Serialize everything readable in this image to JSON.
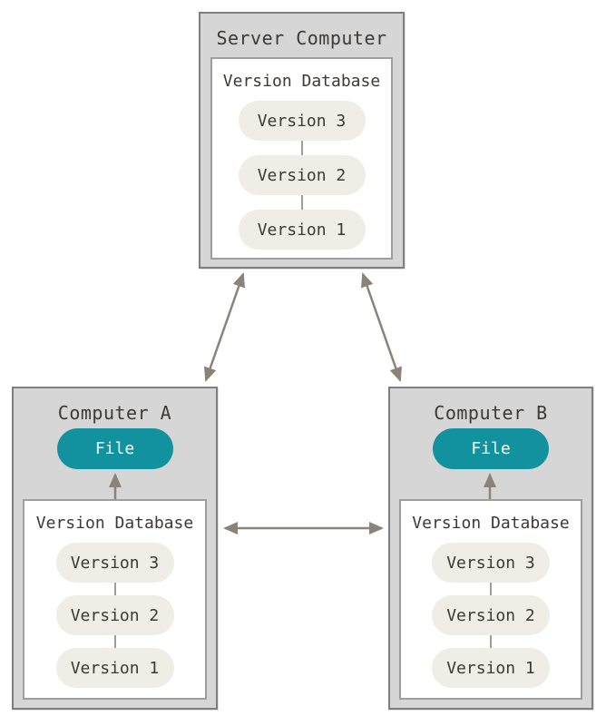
{
  "server": {
    "title": "Server Computer",
    "db_label": "Version Database",
    "versions": [
      "Version 3",
      "Version 2",
      "Version 1"
    ]
  },
  "computer_a": {
    "title": "Computer A",
    "file_label": "File",
    "db_label": "Version Database",
    "versions": [
      "Version 3",
      "Version 2",
      "Version 1"
    ]
  },
  "computer_b": {
    "title": "Computer B",
    "file_label": "File",
    "db_label": "Version Database",
    "versions": [
      "Version 3",
      "Version 2",
      "Version 1"
    ]
  },
  "colors": {
    "background": "#ffffff",
    "box_fill": "#d6d6d6",
    "box_border": "#7e7e7e",
    "inner_box_fill": "#ffffff",
    "inner_box_border": "#9e9e9e",
    "version_pill_fill": "#efede5",
    "file_pill_fill": "#12929e",
    "file_pill_text": "#ffffff",
    "text": "#3c3936",
    "arrow": "#8b8379",
    "connector": "#a09e94"
  }
}
